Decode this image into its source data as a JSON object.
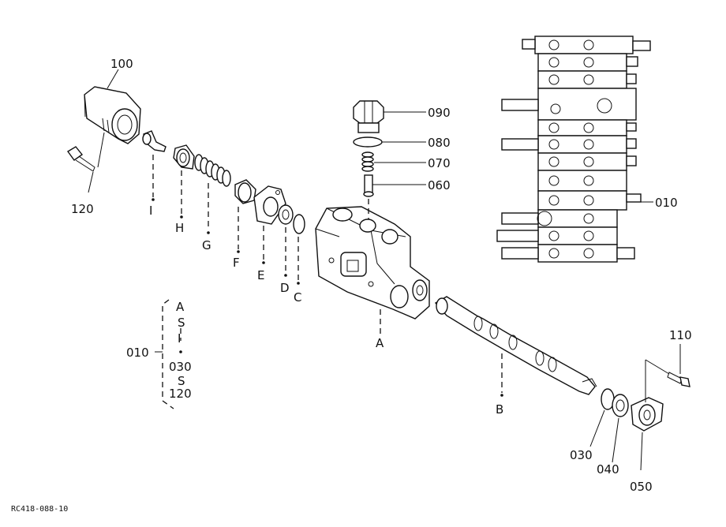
{
  "drawing_code": "RC418-088-10",
  "labels": {
    "p100": "100",
    "p120": "120",
    "pI": "I",
    "pH": "H",
    "pG": "G",
    "pF": "F",
    "pE": "E",
    "pD": "D",
    "pC": "C",
    "pA": "A",
    "pB": "B",
    "p090": "090",
    "p080": "080",
    "p070": "070",
    "p060": "060",
    "p010": "010",
    "p110": "110",
    "p030": "030",
    "p040": "040",
    "p050": "050"
  },
  "legend": {
    "group": "010",
    "range1_start": "A",
    "tilde1": "S",
    "range1_end": "I",
    "range2_start": "030",
    "tilde2": "S",
    "range2_end": "120"
  }
}
